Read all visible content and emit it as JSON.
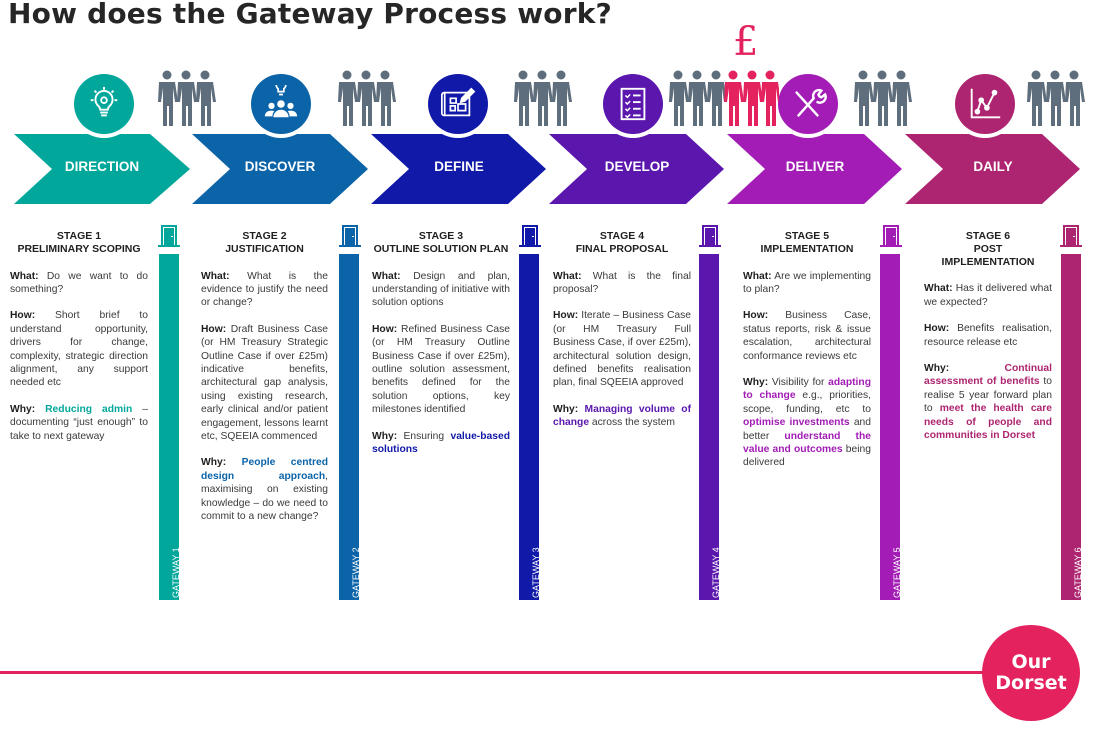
{
  "title": "How does the Gateway Process work?",
  "colors": {
    "direction": "#00a79a",
    "discover": "#0b63a8",
    "define": "#1119a8",
    "develop": "#5a16ad",
    "deliver": "#a21cb5",
    "daily": "#ad2570",
    "people_grey": "#5f6e7d",
    "people_red": "#e3225e",
    "brand": "#e3225e"
  },
  "phases": [
    {
      "label": "DIRECTION",
      "icon": "lightbulb-gear-icon"
    },
    {
      "label": "DISCOVER",
      "icon": "idea-team-icon"
    },
    {
      "label": "DEFINE",
      "icon": "blueprint-pencil-icon"
    },
    {
      "label": "DEVELOP",
      "icon": "checklist-icon"
    },
    {
      "label": "DELIVER",
      "icon": "tools-icon"
    },
    {
      "label": "DAILY",
      "icon": "line-chart-icon"
    }
  ],
  "funding_symbol": "£",
  "stages": [
    {
      "stage": "STAGE 1",
      "name": "PRELIMINARY SCOPING",
      "what_label": "What:",
      "what": "Do we want to do something?",
      "how_label": "How:",
      "how": "Short brief to understand opportunity, drivers for change, complexity, strategic direction alignment, any support needed etc",
      "why_label": "Why:",
      "why_highlight": "Reducing admin",
      "why_rest": " – documenting “just enough” to take to next gateway",
      "gateway": "GATEWAY 1"
    },
    {
      "stage": "STAGE 2",
      "name": "JUSTIFICATION",
      "what_label": "What:",
      "what": "What is the evidence to justify the need or change?",
      "how_label": "How:",
      "how": "Draft Business Case (or HM Treasury Strategic Outline Case if over £25m) indicative benefits, architectural gap analysis, using existing research, early clinical and/or patient engagement, lessons learnt etc, SQEEIA commenced",
      "why_label": "Why:",
      "why_highlight": "People centred design approach",
      "why_rest": ", maximising on existing knowledge – do we need to commit to a new change?",
      "gateway": "GATEWAY 2"
    },
    {
      "stage": "STAGE 3",
      "name": "OUTLINE SOLUTION PLAN",
      "what_label": "What:",
      "what": "Design and plan, understanding of initiative with solution options",
      "how_label": "How:",
      "how": "Refined Business Case (or HM Treasury Outline Business Case if over £25m), outline solution assessment, benefits defined for the solution options, key milestones identified",
      "why_label": "Why:",
      "why_pre": "Ensuring ",
      "why_highlight": "value-based solutions",
      "gateway": "GATEWAY 3"
    },
    {
      "stage": "STAGE 4",
      "name": "FINAL PROPOSAL",
      "what_label": "What:",
      "what": "What is the final proposal?",
      "how_label": "How:",
      "how": "Iterate – Business Case (or HM Treasury Full Business Case, if over £25m), architectural solution design, defined benefits realisation plan, final SQEEIA approved",
      "why_label": "Why:",
      "why_highlight": "Managing volume of change",
      "why_rest": " across the system",
      "gateway": "GATEWAY 4"
    },
    {
      "stage": "STAGE 5",
      "name": "IMPLEMENTATION",
      "what_label": "What:",
      "what": "Are we implementing to plan?",
      "how_label": "How:",
      "how": "Business Case, status reports, risk & issue escalation, architectural conformance reviews etc",
      "why_label": "Why:",
      "why_parts": [
        {
          "t": "Visibility for ",
          "h": false
        },
        {
          "t": "adapting to change",
          "h": true
        },
        {
          "t": " e.g., priorities, scope, funding, etc to ",
          "h": false
        },
        {
          "t": "optimise investments",
          "h": true
        },
        {
          "t": " and better ",
          "h": false
        },
        {
          "t": "understand the value and outcomes",
          "h": true
        },
        {
          "t": " being delivered",
          "h": false
        }
      ],
      "gateway": "GATEWAY 5"
    },
    {
      "stage": "STAGE 6",
      "name": "POST IMPLEMENTATION",
      "name_line1": "POST",
      "name_line2": "IMPLEMENTATION",
      "what_label": "What:",
      "what": "Has it delivered what we expected?",
      "how_label": "How:",
      "how": "Benefits realisation, resource release etc",
      "why_label": "Why:",
      "why_parts": [
        {
          "t": "Continual assessment of benefits",
          "h": true
        },
        {
          "t": " to realise 5 year forward plan to ",
          "h": false
        },
        {
          "t": "meet the health care needs of people and communities in Dorset",
          "h": true
        }
      ],
      "gateway": "GATEWAY 6"
    }
  ],
  "logo": {
    "line1": "Our",
    "line2": "Dorset"
  }
}
